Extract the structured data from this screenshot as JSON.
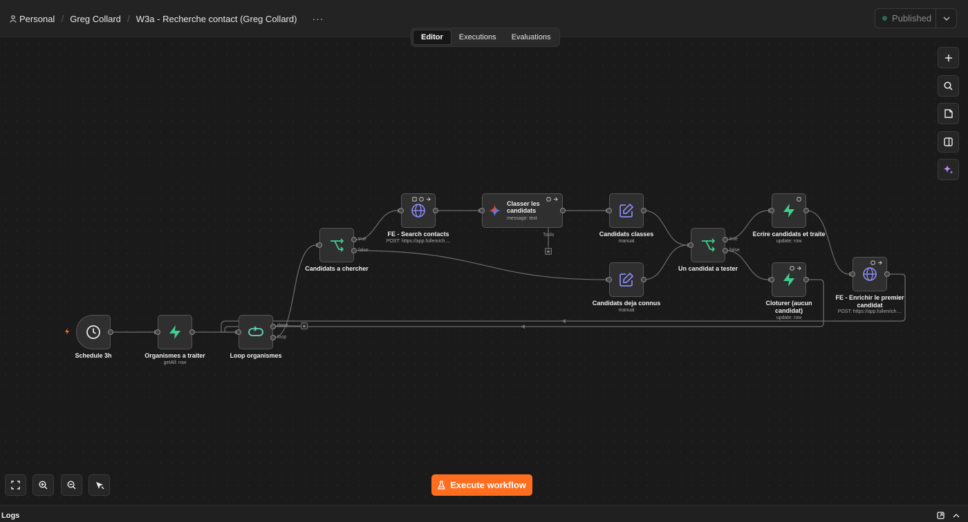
{
  "header": {
    "breadcrumb": [
      "Personal",
      "Greg Collard",
      "W3a - Recherche contact (Greg Collard)"
    ],
    "more": "···",
    "status": "Published"
  },
  "tabs": [
    "Editor",
    "Executions",
    "Evaluations"
  ],
  "nodes": {
    "schedule": {
      "label": "Schedule 3h"
    },
    "organismes": {
      "label": "Organismes a traiter",
      "sub": "getAll: row"
    },
    "loop": {
      "label": "Loop organismes",
      "done": "done",
      "loop": "loop"
    },
    "candidats_chercher": {
      "label": "Candidats a chercher",
      "true": "true",
      "false": "false"
    },
    "search_contacts": {
      "label": "FE - Search contacts",
      "sub": "POST: https://app.fullenrich...."
    },
    "classer": {
      "title": "Classer les candidats",
      "sub": "message: text",
      "tools": "Tools"
    },
    "candidats_classes": {
      "label": "Candidats classes",
      "sub": "manual"
    },
    "candidats_deja": {
      "label": "Candidats deja connus",
      "sub": "manual"
    },
    "un_candidat": {
      "label": "Un candidat a tester",
      "true": "true",
      "false": "false"
    },
    "ecrire": {
      "label": "Ecrire candidats et traite",
      "sub": "update: row"
    },
    "cloturer": {
      "label": "Cloturer (aucun candidat)",
      "sub": "update: row"
    },
    "enrichir": {
      "label": "FE - Enrichir le premier candidat",
      "sub": "POST: https://app.fullenrich...."
    }
  },
  "execute_label": "Execute workflow",
  "logs_label": "Logs",
  "colors": {
    "accent": "#ff6d1f",
    "success_green": "#2ecc71",
    "http_blue": "#8b8cf7",
    "ai_purple": "#a77bf0"
  }
}
